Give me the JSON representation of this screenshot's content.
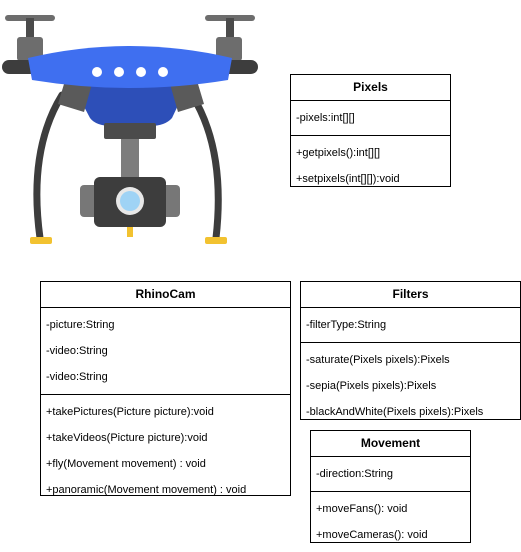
{
  "drone_image": {
    "icon": "drone-icon"
  },
  "classes": [
    {
      "id": "pixels",
      "name": "Pixels",
      "attributes": [
        "-pixels:int[][]"
      ],
      "methods": [
        "+getpixels():int[][]",
        "+setpixels(int[][]):void"
      ]
    },
    {
      "id": "rhinocam",
      "name": "RhinoCam",
      "attributes": [
        "-picture:String",
        "-video:String",
        "-video:String"
      ],
      "methods": [
        "+takePictures(Picture picture):void",
        "+takeVideos(Picture picture):void",
        "+fly(Movement movement) : void",
        "+panoramic(Movement movement) : void"
      ]
    },
    {
      "id": "filters",
      "name": "Filters",
      "attributes": [
        "-filterType:String"
      ],
      "methods": [
        "-saturate(Pixels pixels):Pixels",
        "-sepia(Pixels pixels):Pixels",
        "-blackAndWhite(Pixels pixels):Pixels"
      ]
    },
    {
      "id": "movement",
      "name": "Movement",
      "attributes": [
        "-direction:String"
      ],
      "methods": [
        "+moveFans(): void",
        "+moveCameras(): void"
      ]
    }
  ]
}
